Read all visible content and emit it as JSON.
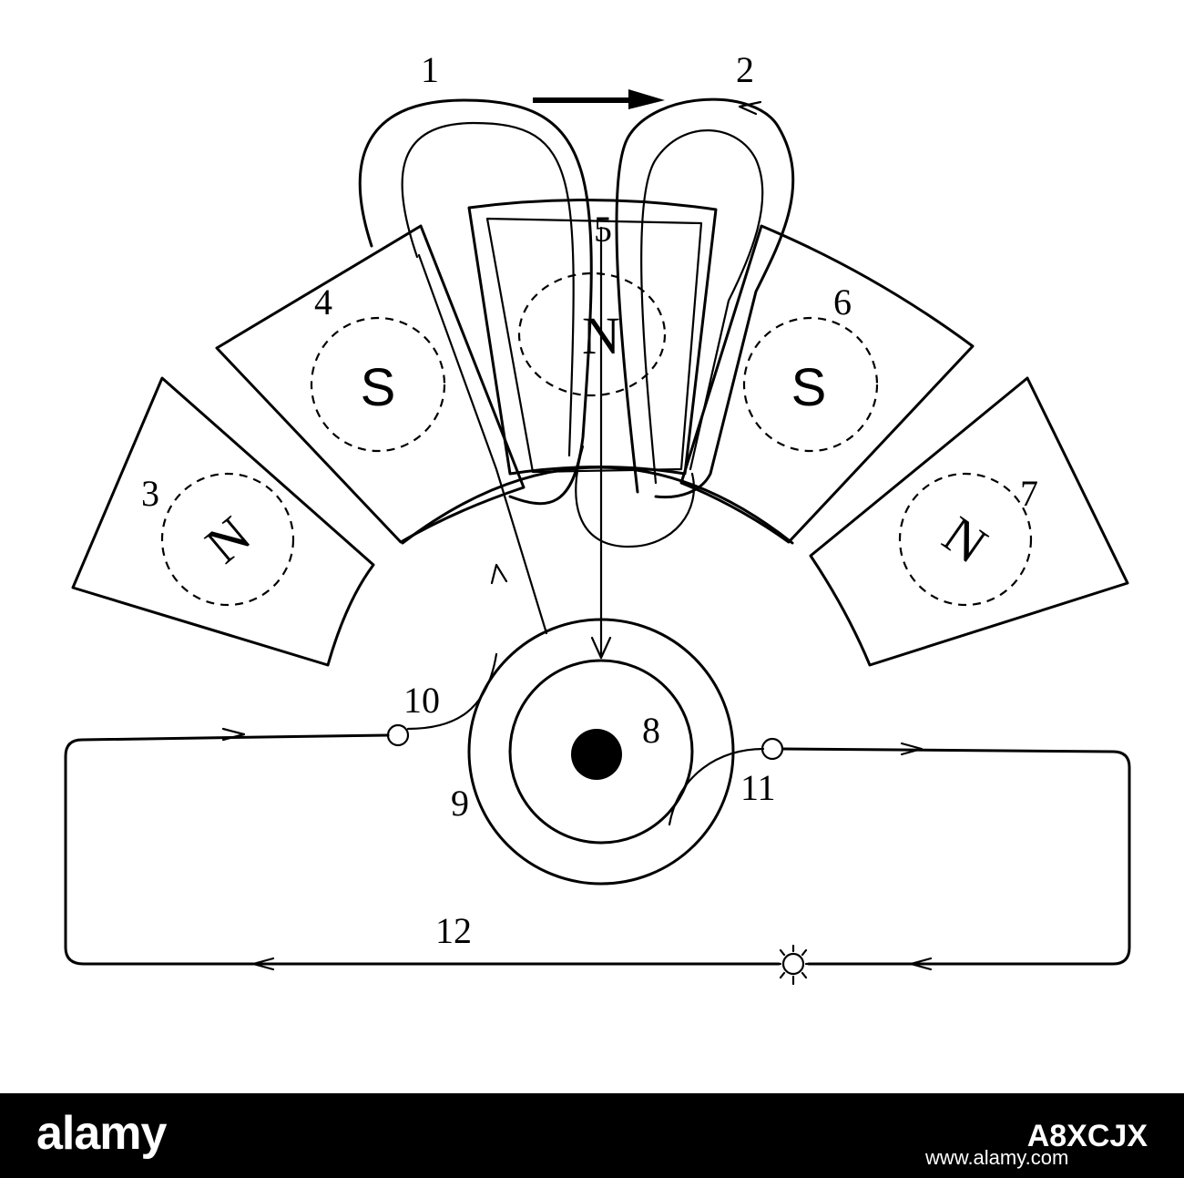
{
  "diagram": {
    "labels": {
      "l1": "1",
      "l2": "2",
      "l3": "3",
      "l4": "4",
      "l5": "5",
      "l6": "6",
      "l7": "7",
      "l8": "8",
      "l9": "9",
      "l10": "10",
      "l11": "11",
      "l12": "12"
    },
    "poles": {
      "p3": "N",
      "p4": "S",
      "p5": "N",
      "p6": "S",
      "p7": "N"
    }
  },
  "footer": {
    "brand": "alamy",
    "stock_id": "A8XCJX",
    "site": "www.alamy.com"
  }
}
